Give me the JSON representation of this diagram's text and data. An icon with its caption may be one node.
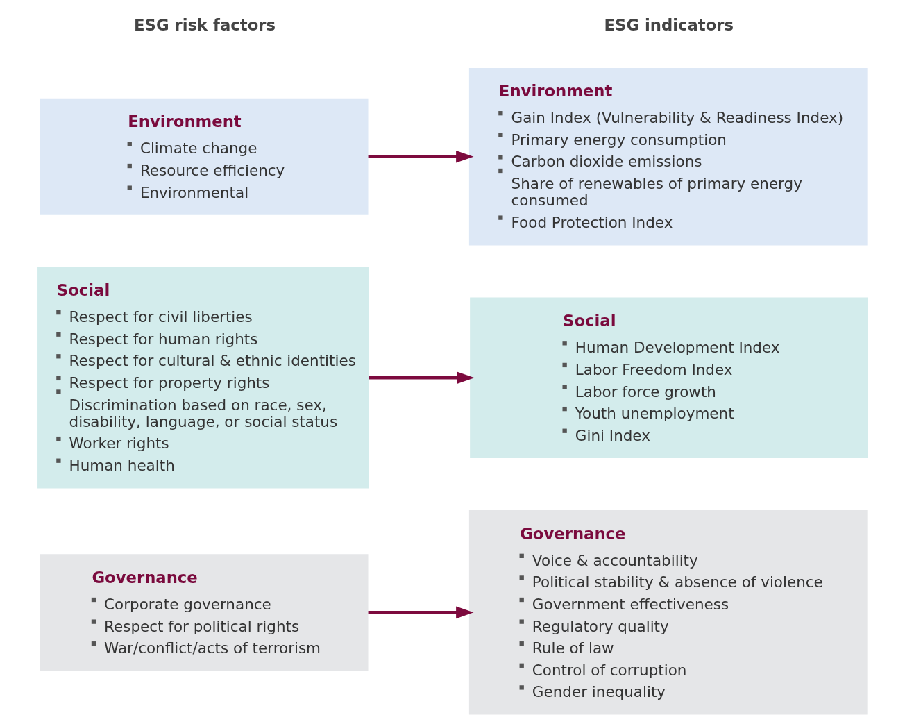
{
  "diagram": {
    "nodes": [
      {
        "text": [
          "Environment",
          "Climate change",
          "Resource efficiency",
          "Environmental"
        ]
      },
      {
        "text": [
          "Social",
          "Respect for civil liberties",
          "Respect for human rights",
          "Respect for cultural & ethnic identities",
          "Respect for property rights",
          "Discrimination based on race, sex, disability, language, or social status",
          "Worker rights",
          "Human health"
        ]
      },
      {
        "text": [
          "Governance",
          "Corporate governance",
          "Respect for political rights",
          "War/conflict/acts of terrorism"
        ]
      },
      {
        "text": [
          "Environment",
          "Gain Index (Vulnerability & Readiness Index)",
          "Primary energy consumption",
          "Carbon dioxide emissions",
          "Share of renewables of primary energy consumed",
          "Food Protection Index"
        ]
      },
      {
        "text": [
          "Social",
          "Human Development Index",
          "Labor Freedom Index",
          "Labor force growth",
          "Youth unemployment",
          "Gini Index"
        ]
      },
      {
        "text": [
          "Governance",
          "Voice & accountability",
          "Political stability & absence of violence",
          "Government effectiveness",
          "Regulatory quality",
          "Rule of law",
          "Control of corruption",
          "Gender inequality"
        ]
      }
    ],
    "edges": [
      {
        "from": 0,
        "to": 3,
        "arrow": "to"
      },
      {
        "from": 1,
        "to": 4,
        "arrow": "to"
      },
      {
        "from": 2,
        "to": 5,
        "arrow": "to"
      }
    ],
    "labels": [
      "ESG risk factors",
      "ESG indicators"
    ]
  }
}
